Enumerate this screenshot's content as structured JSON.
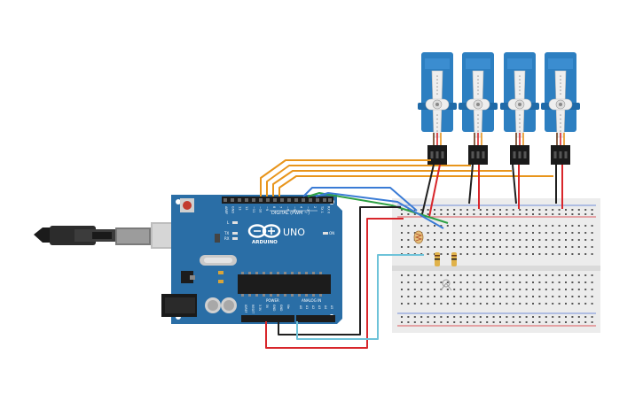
{
  "board": {
    "logo_text": "ARDUINO",
    "model": "UNO",
    "digital_label": "DIGITAL (PWM ~)",
    "power_label": "POWER",
    "analog_label": "ANALOG IN",
    "led_l": "L",
    "led_tx": "TX",
    "led_rx": "RX",
    "led_on": "ON",
    "header_pins": [
      "AREF",
      "GND",
      "13",
      "12",
      "~11",
      "~10",
      "~9",
      "8",
      "7",
      "~6",
      "~5",
      "4",
      "~3",
      "2",
      "TX 1",
      "RX 0"
    ],
    "power_pins": [
      "IOREF",
      "RESET",
      "3.3V",
      "5V",
      "GND",
      "GND",
      "Vin"
    ],
    "analog_pins": [
      "A0",
      "A1",
      "A2",
      "A3",
      "A4",
      "A5"
    ]
  },
  "servos": {
    "count": 4
  },
  "colors": {
    "board": "#2a6ea6",
    "servo": "#2d7fc1",
    "wire_orange": "#e8951c",
    "wire_red": "#d8262b",
    "wire_black": "#202020",
    "wire_blue": "#3a7bd5",
    "wire_green": "#2ea043",
    "wire_cyan": "#6ec3d9"
  }
}
